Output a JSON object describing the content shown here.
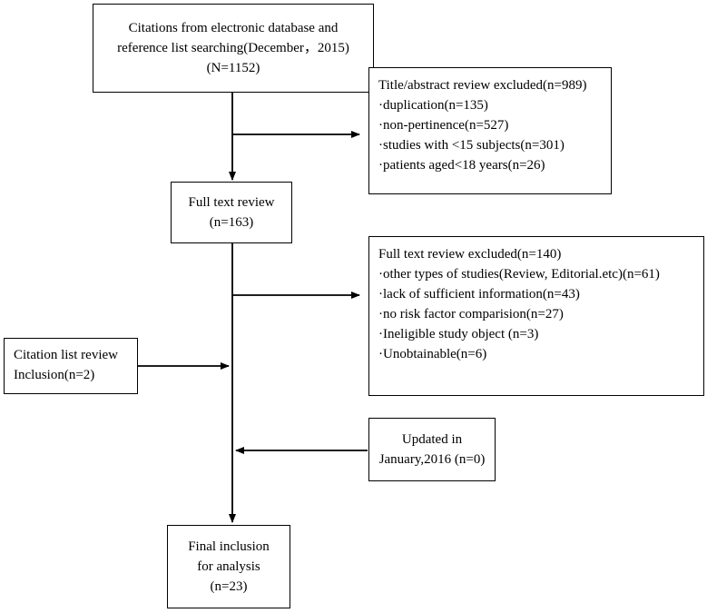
{
  "boxes": {
    "citations": {
      "lines": [
        "Citations from electronic database and",
        "reference list searching(December，2015)",
        "(N=1152)"
      ]
    },
    "title_abstract_excluded": {
      "lines": [
        "Title/abstract review excluded(n=989)",
        "·duplication(n=135)",
        "·non-pertinence(n=527)",
        "·studies with <15 subjects(n=301)",
        "·patients aged<18 years(n=26)"
      ]
    },
    "full_text_review": {
      "lines": [
        "Full text review",
        "(n=163)"
      ]
    },
    "full_text_excluded": {
      "lines": [
        "Full text review excluded(n=140)",
        "·other types of studies(Review, Editorial.etc)(n=61)",
        "·lack of sufficient information(n=43)",
        "·no risk factor comparision(n=27)",
        "·Ineligible study object (n=3)",
        "·Unobtainable(n=6)"
      ]
    },
    "citation_list_review": {
      "lines": [
        "Citation list review",
        "Inclusion(n=2)"
      ]
    },
    "updated": {
      "lines": [
        "Updated in",
        "January,2016 (n=0)"
      ]
    },
    "final_inclusion": {
      "lines": [
        "Final inclusion",
        "for analysis",
        "(n=23)"
      ]
    }
  }
}
